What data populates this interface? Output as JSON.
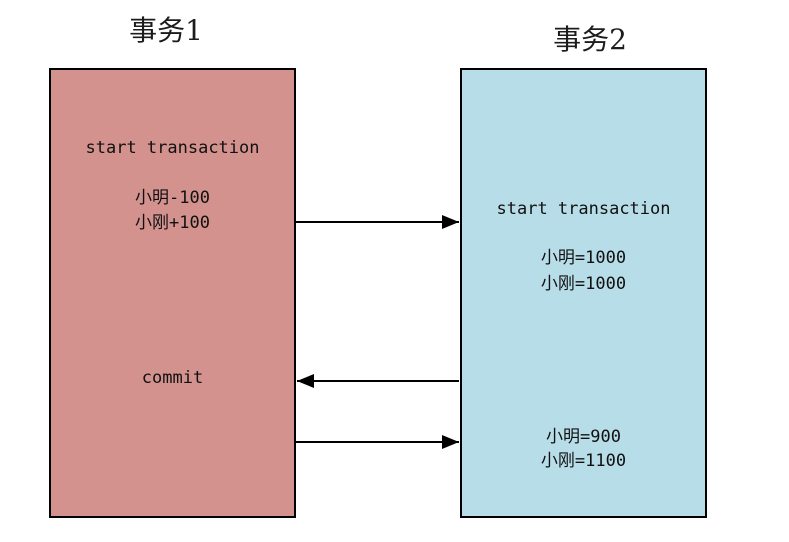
{
  "diagram": {
    "background_color": "#ffffff",
    "border_color": "#000000",
    "transactions": [
      {
        "title": "事务1",
        "box_color": "#d4928e",
        "statements": [
          "start transaction",
          "小明-100",
          "小刚+100",
          "commit"
        ]
      },
      {
        "title": "事务2",
        "box_color": "#b7dde9",
        "statements": [
          "start transaction",
          "小明=1000",
          "小刚=1000",
          "小明=900",
          "小刚=1100"
        ]
      }
    ],
    "arrows": [
      {
        "direction": "right",
        "from": "事务1",
        "to": "事务2"
      },
      {
        "direction": "left",
        "from": "事务2",
        "to": "事务1"
      },
      {
        "direction": "right",
        "from": "事务1",
        "to": "事务2"
      }
    ]
  }
}
